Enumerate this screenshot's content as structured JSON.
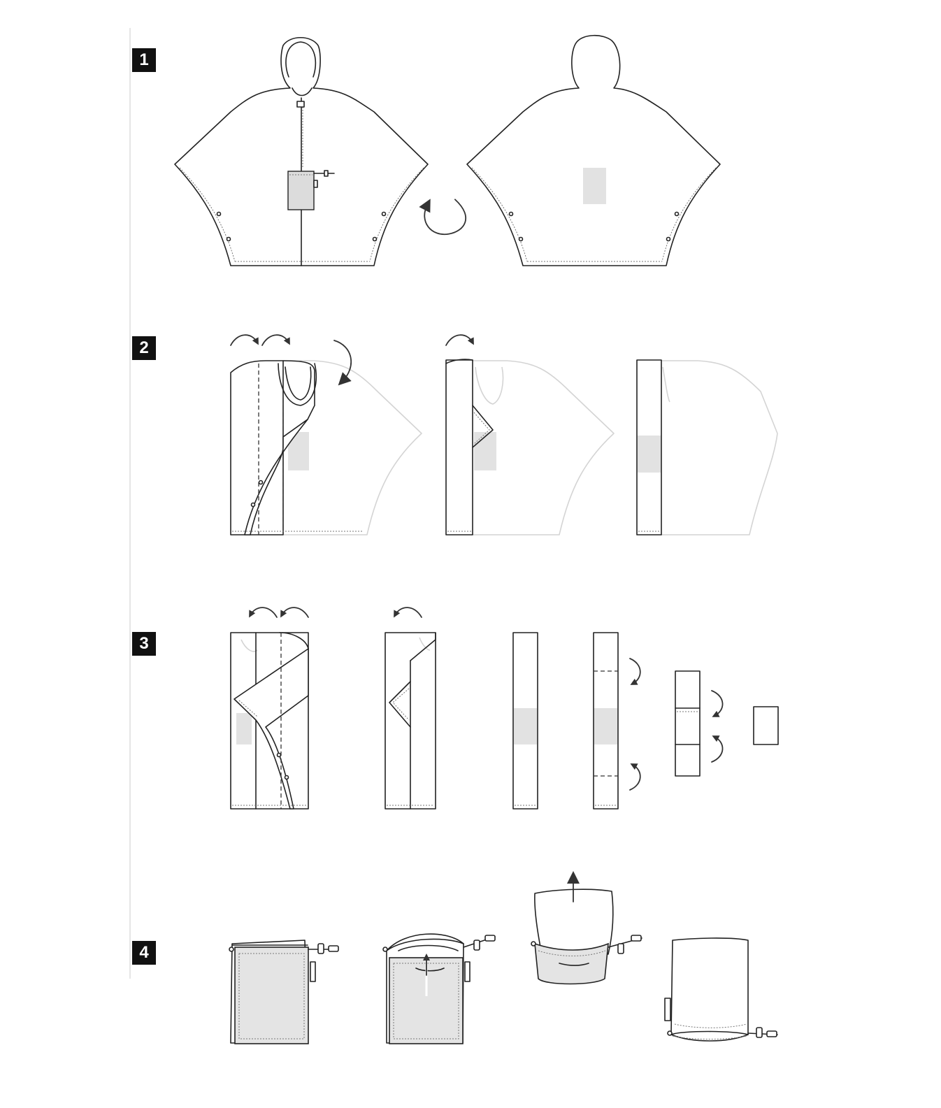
{
  "steps": [
    {
      "number": "1"
    },
    {
      "number": "2"
    },
    {
      "number": "3"
    },
    {
      "number": "4"
    }
  ],
  "colors": {
    "line": "#222222",
    "pocket_fill": "#e2e2e2",
    "faded_line": "#d4d4d4",
    "badge": "#111111"
  },
  "icons": [
    "rotate-arrow-icon",
    "fold-arrow-icon",
    "pull-up-arrow-icon",
    "drawstring-toggle-icon"
  ]
}
